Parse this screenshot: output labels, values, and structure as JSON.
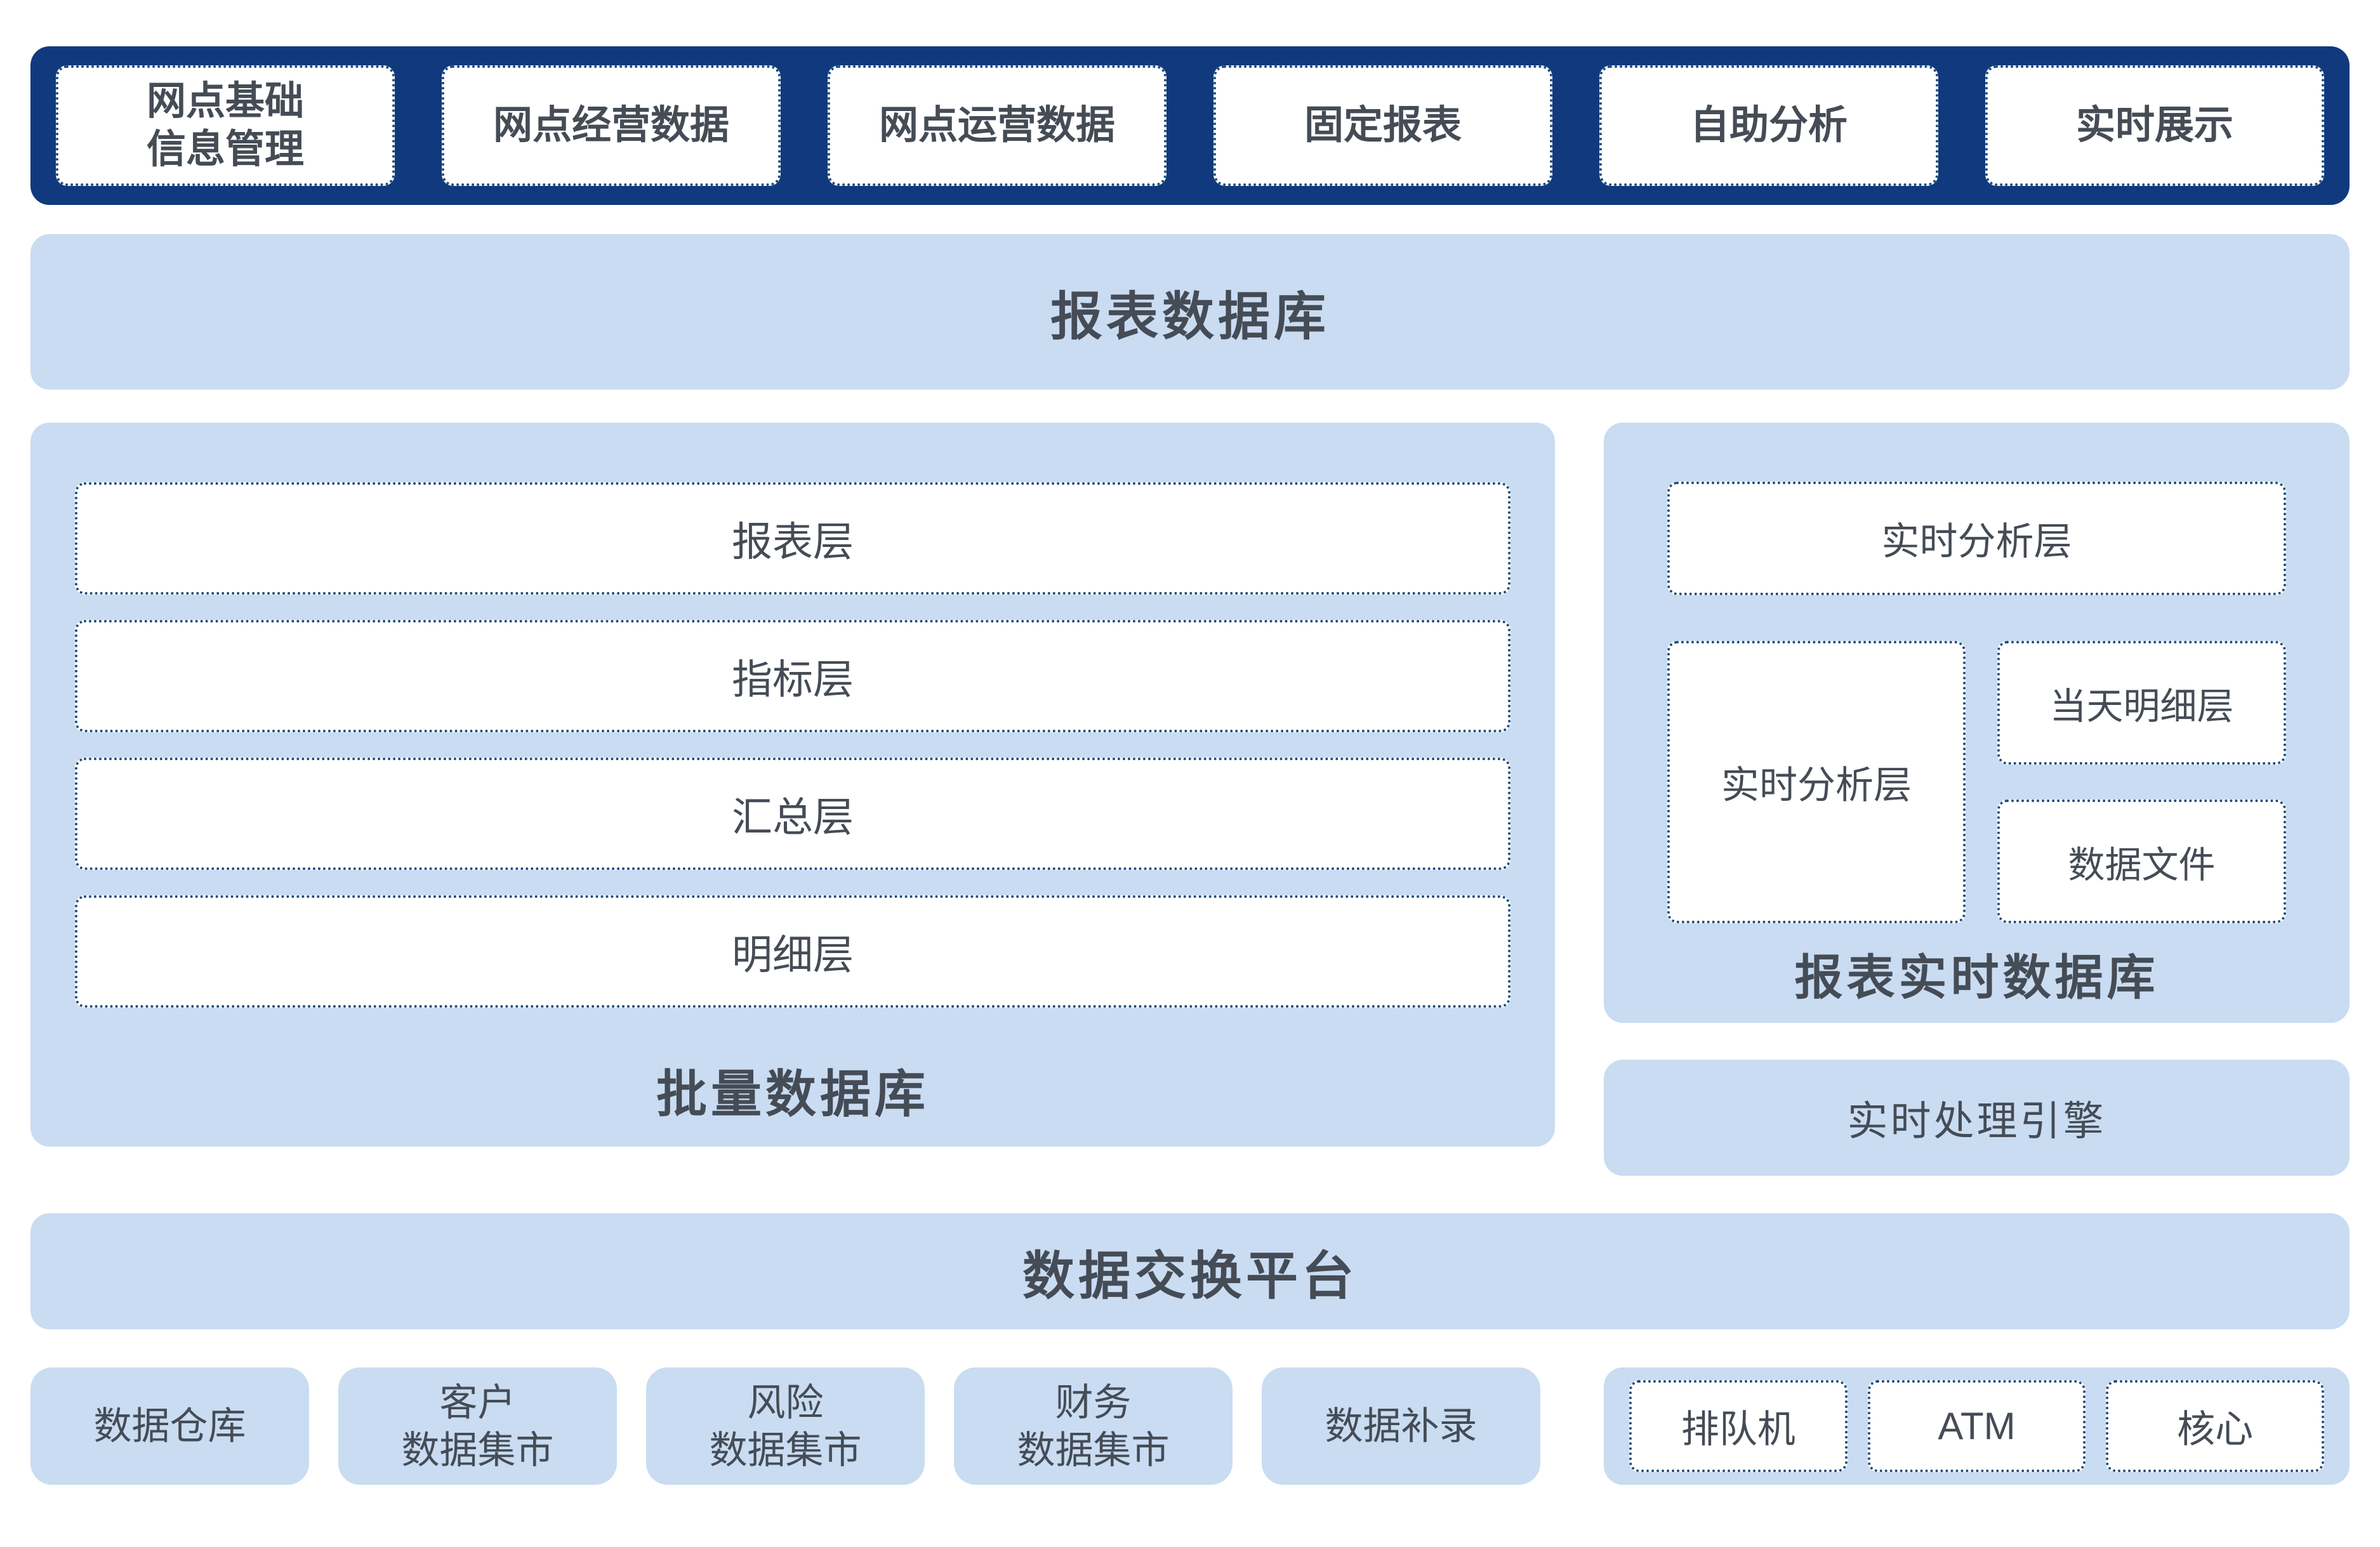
{
  "colors": {
    "navy": "#113A7E",
    "panel_blue": "#C9DCF2",
    "dotted_border": "#1E4C79",
    "text_gray": "#454C56"
  },
  "top_bar": {
    "items": [
      "网点基础\n信息管理",
      "网点经营数据",
      "网点运营数据",
      "固定报表",
      "自助分析",
      "实时展示"
    ]
  },
  "report_db": {
    "label": "报表数据库"
  },
  "batch_db": {
    "rows": [
      "报表层",
      "指标层",
      "汇总层",
      "明细层"
    ],
    "label": "批量数据库"
  },
  "realtime_db": {
    "analysis_layer_top": "实时分析层",
    "analysis_layer_store": "实时分析层",
    "today_detail_layer": "当天明细层",
    "data_file": "数据文件",
    "label": "报表实时数据库"
  },
  "engine": {
    "label": "实时处理引擎"
  },
  "exchange": {
    "label": "数据交换平台"
  },
  "sources": {
    "items": [
      "数据仓库",
      "客户\n数据集市",
      "风险\n数据集市",
      "财务\n数据集市",
      "数据补录"
    ]
  },
  "channels": {
    "items": [
      "排队机",
      "ATM",
      "核心"
    ]
  }
}
